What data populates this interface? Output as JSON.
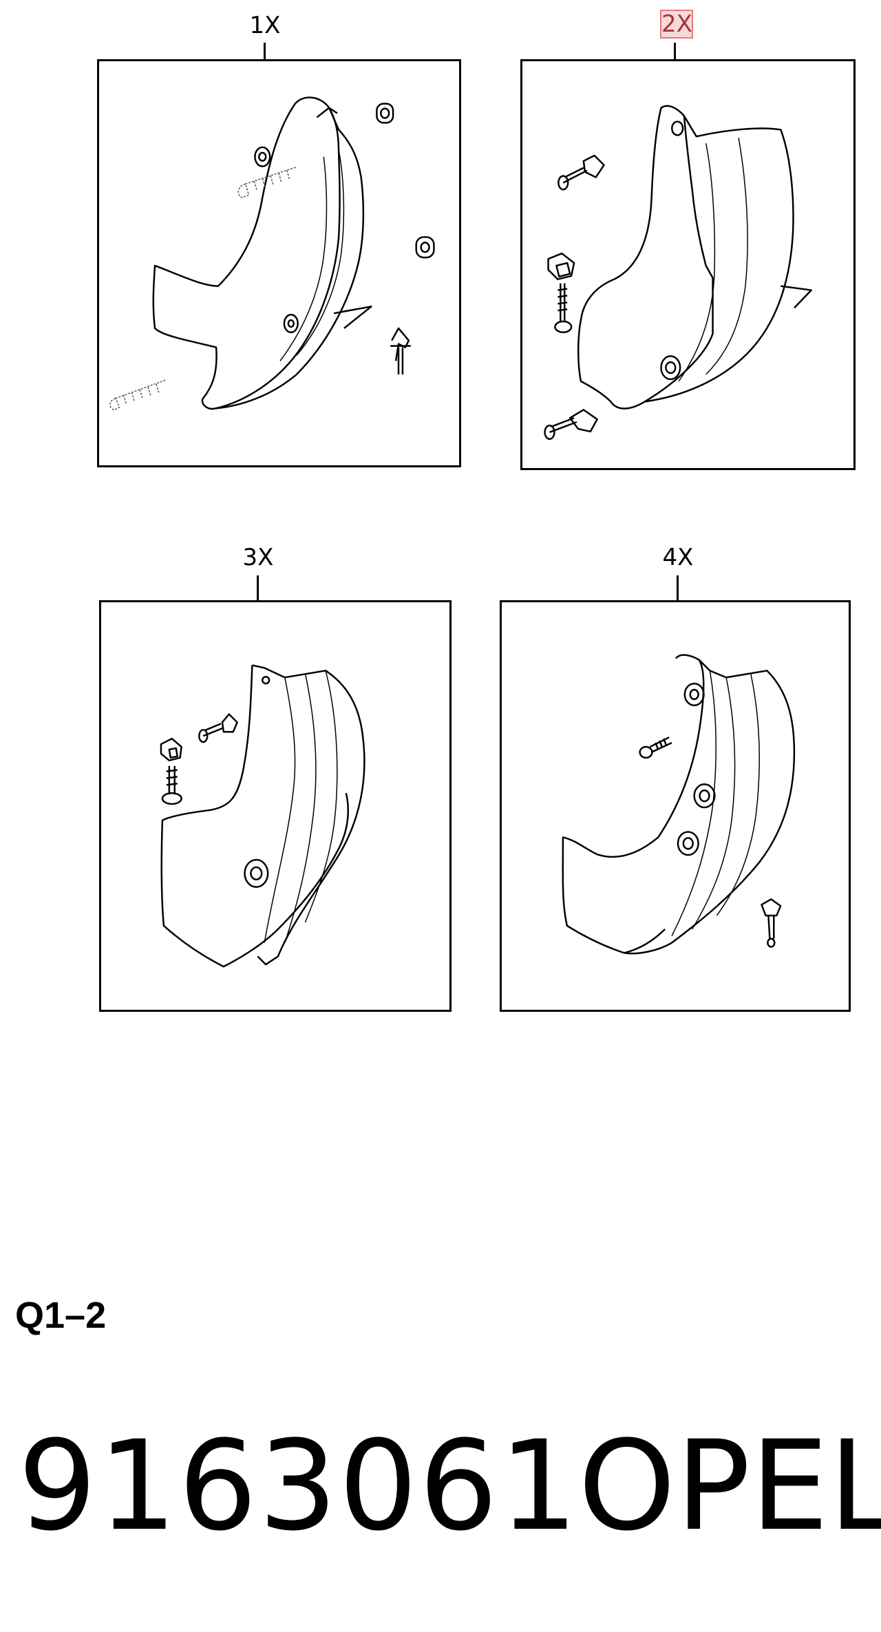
{
  "callouts": {
    "c1": "1X",
    "c2": "2X",
    "c3": "3X",
    "c4": "4X"
  },
  "group": "Q1–2",
  "part_number": "9163061",
  "brand": "OPEL",
  "colors": {
    "line": "#000000",
    "highlight_fill": "#f8d9da",
    "highlight_border": "#e6787c",
    "highlight_text": "#a0373b"
  }
}
